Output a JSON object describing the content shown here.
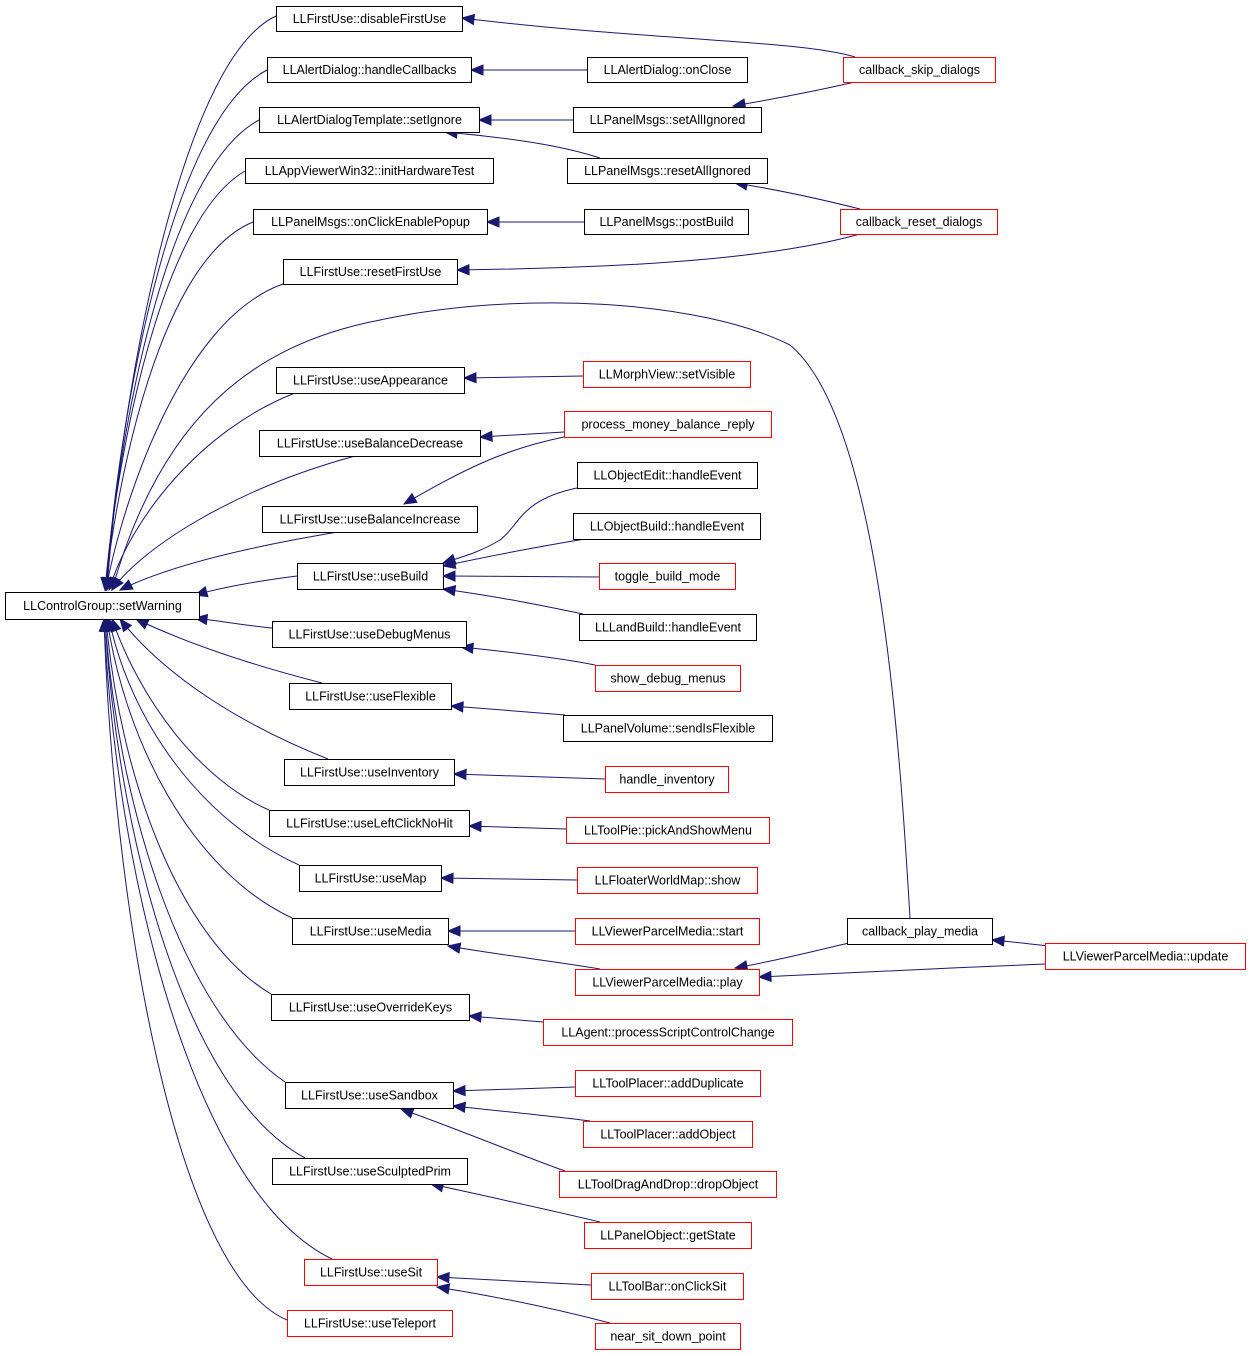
{
  "colors": {
    "root_fill": "#bfbfbf",
    "border_black": "#000000",
    "border_red": "#ff0000",
    "edge": "#191970",
    "background": "#ffffff"
  },
  "nodes": [
    {
      "id": "root",
      "label": "LLControlGroup::setWarning",
      "style": "root"
    },
    {
      "id": "disableFirstUse",
      "label": "LLFirstUse::disableFirstUse",
      "style": "black"
    },
    {
      "id": "handleCallbacks",
      "label": "LLAlertDialog::handleCallbacks",
      "style": "black"
    },
    {
      "id": "setIgnore",
      "label": "LLAlertDialogTemplate::setIgnore",
      "style": "black"
    },
    {
      "id": "initHardwareTest",
      "label": "LLAppViewerWin32::initHardwareTest",
      "style": "black"
    },
    {
      "id": "onClickEnablePopup",
      "label": "LLPanelMsgs::onClickEnablePopup",
      "style": "black"
    },
    {
      "id": "resetFirstUse",
      "label": "LLFirstUse::resetFirstUse",
      "style": "black"
    },
    {
      "id": "useAppearance",
      "label": "LLFirstUse::useAppearance",
      "style": "black"
    },
    {
      "id": "useBalanceDecrease",
      "label": "LLFirstUse::useBalanceDecrease",
      "style": "black"
    },
    {
      "id": "useBalanceIncrease",
      "label": "LLFirstUse::useBalanceIncrease",
      "style": "black"
    },
    {
      "id": "useBuild",
      "label": "LLFirstUse::useBuild",
      "style": "black"
    },
    {
      "id": "useDebugMenus",
      "label": "LLFirstUse::useDebugMenus",
      "style": "black"
    },
    {
      "id": "useFlexible",
      "label": "LLFirstUse::useFlexible",
      "style": "black"
    },
    {
      "id": "useInventory",
      "label": "LLFirstUse::useInventory",
      "style": "black"
    },
    {
      "id": "useLeftClickNoHit",
      "label": "LLFirstUse::useLeftClickNoHit",
      "style": "black"
    },
    {
      "id": "useMap",
      "label": "LLFirstUse::useMap",
      "style": "black"
    },
    {
      "id": "useMedia",
      "label": "LLFirstUse::useMedia",
      "style": "black"
    },
    {
      "id": "useOverrideKeys",
      "label": "LLFirstUse::useOverrideKeys",
      "style": "black"
    },
    {
      "id": "useSandbox",
      "label": "LLFirstUse::useSandbox",
      "style": "black"
    },
    {
      "id": "useSculptedPrim",
      "label": "LLFirstUse::useSculptedPrim",
      "style": "black"
    },
    {
      "id": "useSit",
      "label": "LLFirstUse::useSit",
      "style": "red"
    },
    {
      "id": "useTeleport",
      "label": "LLFirstUse::useTeleport",
      "style": "red"
    },
    {
      "id": "onClose",
      "label": "LLAlertDialog::onClose",
      "style": "black"
    },
    {
      "id": "setAllIgnored",
      "label": "LLPanelMsgs::setAllIgnored",
      "style": "black"
    },
    {
      "id": "resetAllIgnored",
      "label": "LLPanelMsgs::resetAllIgnored",
      "style": "black"
    },
    {
      "id": "postBuild",
      "label": "LLPanelMsgs::postBuild",
      "style": "black"
    },
    {
      "id": "setVisible",
      "label": "LLMorphView::setVisible",
      "style": "red"
    },
    {
      "id": "moneyReply",
      "label": "process_money_balance_reply",
      "style": "red"
    },
    {
      "id": "objEditHandle",
      "label": "LLObjectEdit::handleEvent",
      "style": "black"
    },
    {
      "id": "objBuildHandle",
      "label": "LLObjectBuild::handleEvent",
      "style": "black"
    },
    {
      "id": "toggleBuild",
      "label": "toggle_build_mode",
      "style": "red"
    },
    {
      "id": "landBuildHandle",
      "label": "LLLandBuild::handleEvent",
      "style": "black"
    },
    {
      "id": "showDebug",
      "label": "show_debug_menus",
      "style": "red"
    },
    {
      "id": "sendIsFlexible",
      "label": "LLPanelVolume::sendIsFlexible",
      "style": "black"
    },
    {
      "id": "handleInventory",
      "label": "handle_inventory",
      "style": "red"
    },
    {
      "id": "pickAndShowMenu",
      "label": "LLToolPie::pickAndShowMenu",
      "style": "red"
    },
    {
      "id": "worldMapShow",
      "label": "LLFloaterWorldMap::show",
      "style": "red"
    },
    {
      "id": "mediaStart",
      "label": "LLViewerParcelMedia::start",
      "style": "red"
    },
    {
      "id": "mediaPlay",
      "label": "LLViewerParcelMedia::play",
      "style": "red"
    },
    {
      "id": "scriptControl",
      "label": "LLAgent::processScriptControlChange",
      "style": "red"
    },
    {
      "id": "addDuplicate",
      "label": "LLToolPlacer::addDuplicate",
      "style": "red"
    },
    {
      "id": "addObject",
      "label": "LLToolPlacer::addObject",
      "style": "red"
    },
    {
      "id": "dropObject",
      "label": "LLToolDragAndDrop::dropObject",
      "style": "red"
    },
    {
      "id": "getState",
      "label": "LLPanelObject::getState",
      "style": "red"
    },
    {
      "id": "onClickSit",
      "label": "LLToolBar::onClickSit",
      "style": "red"
    },
    {
      "id": "sitDownPoint",
      "label": "near_sit_down_point",
      "style": "red"
    },
    {
      "id": "skipDialogs",
      "label": "callback_skip_dialogs",
      "style": "red"
    },
    {
      "id": "resetDialogs",
      "label": "callback_reset_dialogs",
      "style": "red"
    },
    {
      "id": "playMedia",
      "label": "callback_play_media",
      "style": "black"
    },
    {
      "id": "mediaUpdate",
      "label": "LLViewerParcelMedia::update",
      "style": "red"
    }
  ],
  "edges": [
    [
      "disableFirstUse",
      "root"
    ],
    [
      "handleCallbacks",
      "root"
    ],
    [
      "setIgnore",
      "root"
    ],
    [
      "initHardwareTest",
      "root"
    ],
    [
      "onClickEnablePopup",
      "root"
    ],
    [
      "resetFirstUse",
      "root"
    ],
    [
      "playMedia",
      "root"
    ],
    [
      "useAppearance",
      "root"
    ],
    [
      "useBalanceDecrease",
      "root"
    ],
    [
      "useBalanceIncrease",
      "root"
    ],
    [
      "useBuild",
      "root"
    ],
    [
      "useDebugMenus",
      "root"
    ],
    [
      "useFlexible",
      "root"
    ],
    [
      "useInventory",
      "root"
    ],
    [
      "useLeftClickNoHit",
      "root"
    ],
    [
      "useMap",
      "root"
    ],
    [
      "useMedia",
      "root"
    ],
    [
      "useOverrideKeys",
      "root"
    ],
    [
      "useSandbox",
      "root"
    ],
    [
      "useSculptedPrim",
      "root"
    ],
    [
      "useSit",
      "root"
    ],
    [
      "useTeleport",
      "root"
    ],
    [
      "skipDialogs",
      "disableFirstUse"
    ],
    [
      "onClose",
      "handleCallbacks"
    ],
    [
      "setAllIgnored",
      "setIgnore"
    ],
    [
      "resetAllIgnored",
      "setIgnore"
    ],
    [
      "skipDialogs",
      "setAllIgnored"
    ],
    [
      "resetDialogs",
      "resetAllIgnored"
    ],
    [
      "postBuild",
      "onClickEnablePopup"
    ],
    [
      "resetDialogs",
      "resetFirstUse"
    ],
    [
      "setVisible",
      "useAppearance"
    ],
    [
      "moneyReply",
      "useBalanceDecrease"
    ],
    [
      "moneyReply",
      "useBalanceIncrease"
    ],
    [
      "objEditHandle",
      "useBuild"
    ],
    [
      "objBuildHandle",
      "useBuild"
    ],
    [
      "toggleBuild",
      "useBuild"
    ],
    [
      "landBuildHandle",
      "useBuild"
    ],
    [
      "showDebug",
      "useDebugMenus"
    ],
    [
      "sendIsFlexible",
      "useFlexible"
    ],
    [
      "handleInventory",
      "useInventory"
    ],
    [
      "pickAndShowMenu",
      "useLeftClickNoHit"
    ],
    [
      "worldMapShow",
      "useMap"
    ],
    [
      "mediaStart",
      "useMedia"
    ],
    [
      "mediaPlay",
      "useMedia"
    ],
    [
      "playMedia",
      "mediaPlay"
    ],
    [
      "mediaUpdate",
      "mediaPlay"
    ],
    [
      "mediaUpdate",
      "playMedia"
    ],
    [
      "scriptControl",
      "useOverrideKeys"
    ],
    [
      "addDuplicate",
      "useSandbox"
    ],
    [
      "addObject",
      "useSandbox"
    ],
    [
      "dropObject",
      "useSandbox"
    ],
    [
      "getState",
      "useSculptedPrim"
    ],
    [
      "onClickSit",
      "useSit"
    ],
    [
      "sitDownPoint",
      "useSit"
    ]
  ]
}
